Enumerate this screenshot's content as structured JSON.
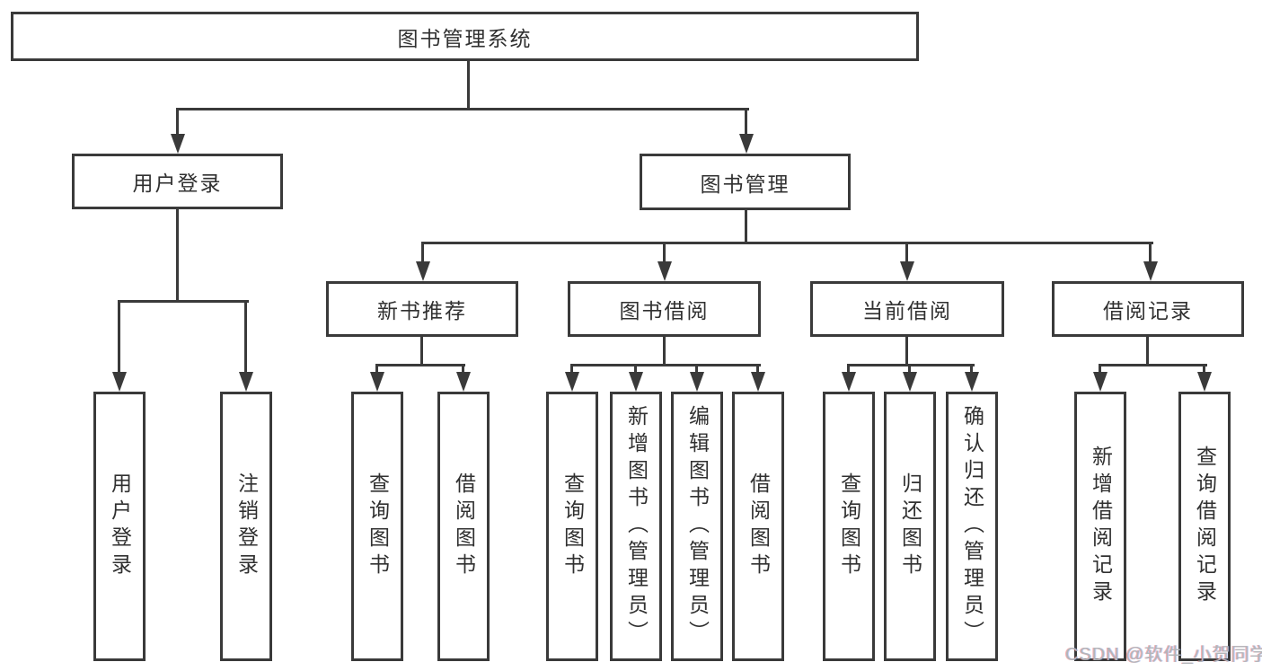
{
  "nodes": {
    "root": "图书管理系统",
    "level2": [
      "用户登录",
      "图书管理"
    ],
    "level3": [
      "新书推荐",
      "图书借阅",
      "当前借阅",
      "借阅记录"
    ],
    "level4": [
      "用户登录",
      "注销登录",
      "查询图书",
      "借阅图书",
      "查询图书",
      "新增图书（管理员）",
      "编辑图书（管理员）",
      "借阅图书",
      "查询图书",
      "归还图书",
      "确认归还（管理员）",
      "新增借阅记录",
      "查询借阅记录"
    ]
  },
  "watermark": "CSDN @软件_小贺同学",
  "colors": {
    "line": "#3a3a3a",
    "text": "#303030",
    "background": "#ffffff",
    "watermark": "#b3b6ba"
  }
}
